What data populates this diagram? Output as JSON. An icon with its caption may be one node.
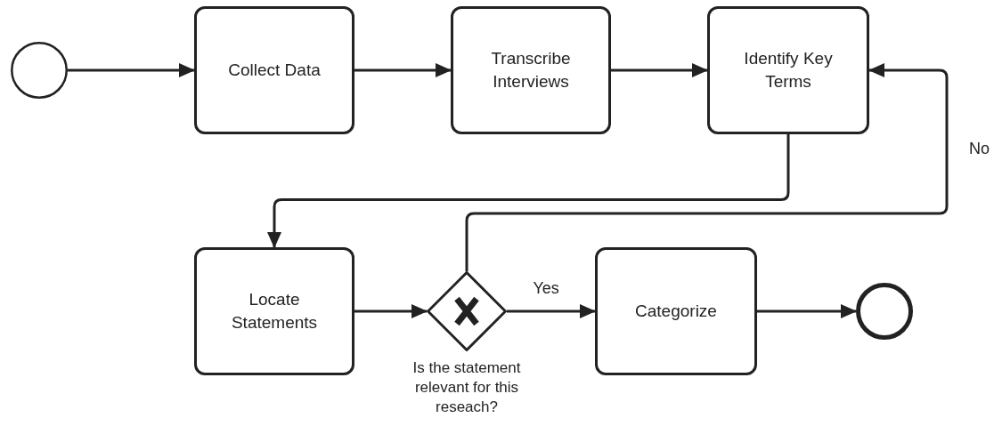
{
  "diagram": {
    "nodes": [
      {
        "text": [],
        "shape": "circle"
      },
      {
        "text": [
          "Collect Data"
        ]
      },
      {
        "text": [
          "Transcribe Interviews"
        ]
      },
      {
        "text": [
          "Identify Key Terms"
        ]
      },
      {
        "text": [
          "Locate Statements"
        ]
      },
      {
        "text": [],
        "shape": "diamond",
        "beside": [
          "Is the statement relevant for this reseach?"
        ]
      },
      {
        "text": [
          "Categorize"
        ]
      },
      {
        "text": [],
        "shape": "circle"
      }
    ],
    "edges": [
      {
        "from": 0,
        "to": 1,
        "arrow": "to"
      },
      {
        "from": 1,
        "to": 2,
        "arrow": "to"
      },
      {
        "from": 2,
        "to": 3,
        "arrow": "to"
      },
      {
        "from": 3,
        "to": 4,
        "arrow": "to"
      },
      {
        "from": 4,
        "to": 5,
        "arrow": "to"
      },
      {
        "from": 5,
        "to": 6,
        "arrow": "to",
        "label": "Yes"
      },
      {
        "from": 6,
        "to": 7,
        "arrow": "to"
      },
      {
        "from": 5,
        "to": 3,
        "arrow": "to",
        "label": "No"
      }
    ]
  }
}
